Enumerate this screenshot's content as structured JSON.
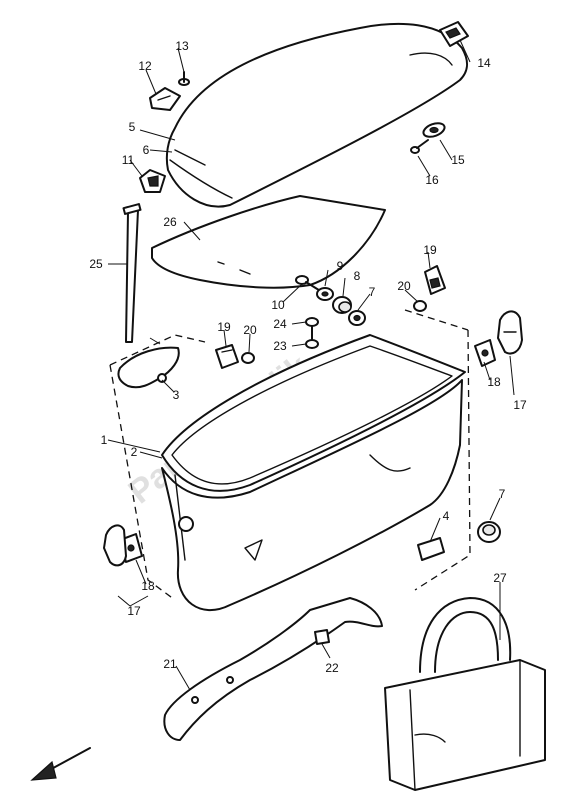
{
  "callouts": {
    "c1": "1",
    "c2": "2",
    "c3": "3",
    "c4": "4",
    "c5": "5",
    "c6": "6",
    "c7a": "7",
    "c7b": "7",
    "c8": "8",
    "c9": "9",
    "c10": "10",
    "c11": "11",
    "c12": "12",
    "c13": "13",
    "c14": "14",
    "c15": "15",
    "c16": "16",
    "c17a": "17",
    "c17b": "17",
    "c18a": "18",
    "c18b": "18",
    "c19a": "19",
    "c19b": "19",
    "c20a": "20",
    "c20b": "20",
    "c21": "21",
    "c22": "22",
    "c23": "23",
    "c24": "24",
    "c25": "25",
    "c26": "26",
    "c27": "27"
  },
  "watermark": "Partsrepublik",
  "icons": {
    "direction_arrow": "arrow-down-left-icon"
  }
}
